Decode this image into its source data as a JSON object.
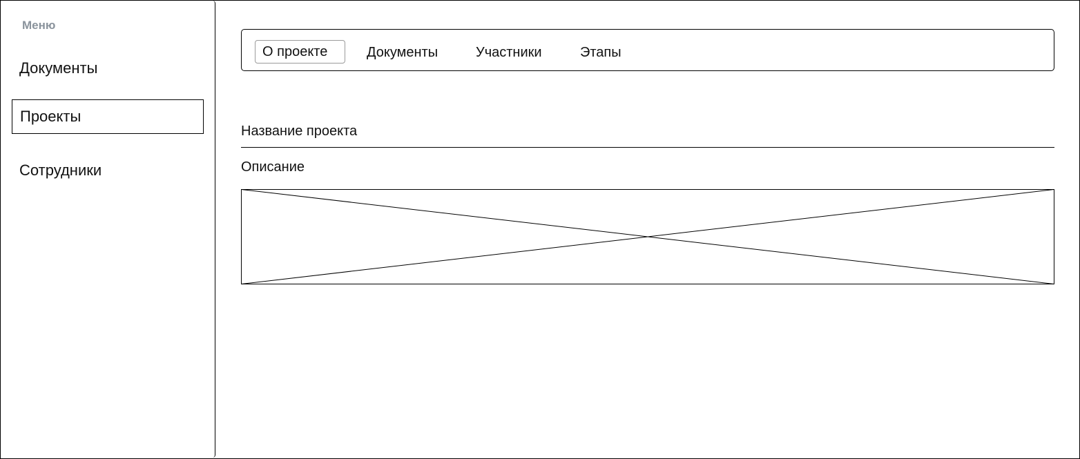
{
  "sidebar": {
    "caption": "Меню",
    "items": [
      {
        "label": "Документы",
        "active": false
      },
      {
        "label": "Проекты",
        "active": true
      },
      {
        "label": "Сотрудники",
        "active": false
      }
    ]
  },
  "tabs": [
    {
      "label": "О проекте",
      "active": true
    },
    {
      "label": "Документы",
      "active": false
    },
    {
      "label": "Участники",
      "active": false
    },
    {
      "label": "Этапы",
      "active": false
    }
  ],
  "content": {
    "title_label": "Название проекта",
    "description_label": "Описание"
  },
  "colors": {
    "caption": "#8a939c",
    "border": "#000000",
    "active_tab_border": "#9a9a9a"
  }
}
